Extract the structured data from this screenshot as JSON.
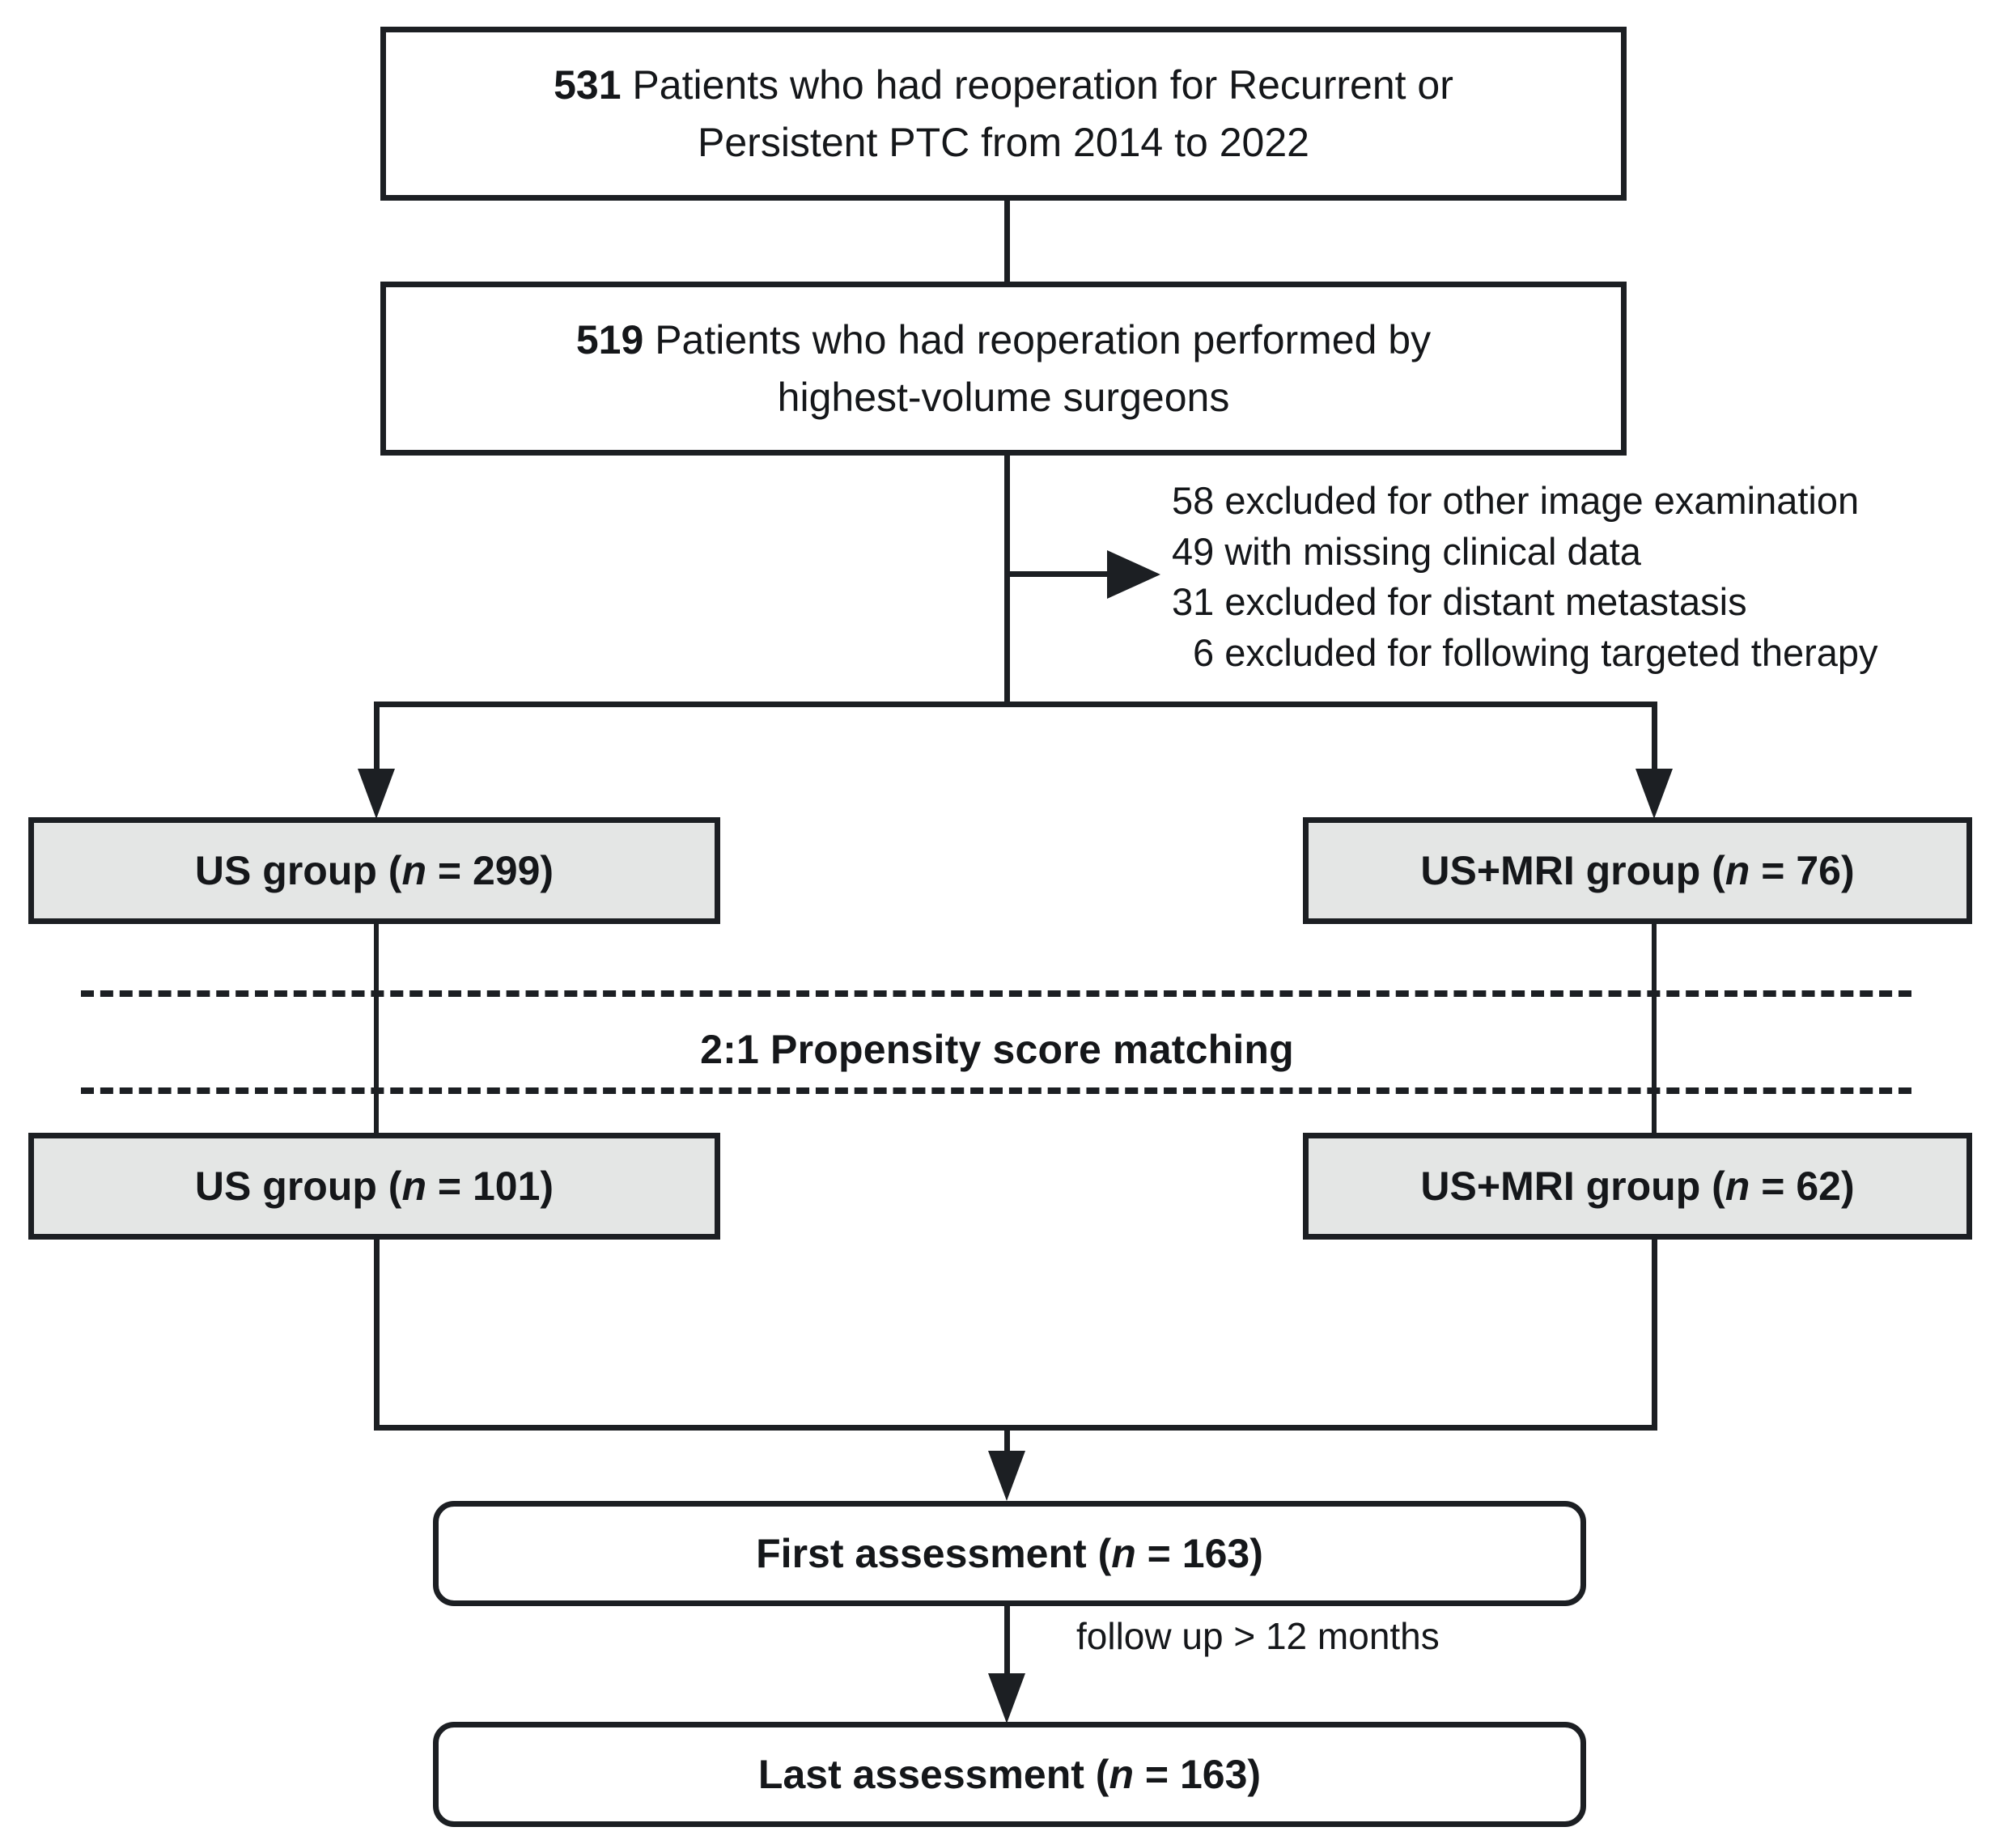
{
  "diagram": {
    "title": "Patient selection flow diagram",
    "colors": {
      "line": "#1c1f23",
      "shaded_box_fill": "#e4e6e5",
      "plain_box_fill": "#ffffff",
      "text": "#15171a"
    },
    "nodes": {
      "cohort_initial": {
        "count": "531",
        "line1_rest": " Patients who had reoperation for Recurrent or",
        "line2": "Persistent PTC from 2014 to 2022"
      },
      "cohort_surgeons": {
        "count": "519",
        "line1_rest": " Patients who had reoperation performed by",
        "line2": "highest-volume surgeons"
      },
      "us_group_pre": {
        "label": "US group (",
        "n_symbol": "n",
        "equals": " = ",
        "value": "299",
        "close": ")"
      },
      "usmri_group_pre": {
        "label": "US+MRI group (",
        "n_symbol": "n",
        "equals": " = ",
        "value": "76",
        "close": ")"
      },
      "us_group_post": {
        "label": "US group (",
        "n_symbol": "n",
        "equals": " = ",
        "value": "101",
        "close": ")"
      },
      "usmri_group_post": {
        "label": "US+MRI group (",
        "n_symbol": "n",
        "equals": " = ",
        "value": "62",
        "close": ")"
      },
      "first_assessment": {
        "label": "First assessment (",
        "n_symbol": "n",
        "equals": " = ",
        "value": "163",
        "close": ")"
      },
      "last_assessment": {
        "label": "Last assessment (",
        "n_symbol": "n",
        "equals": " = ",
        "value": "163",
        "close": ")"
      }
    },
    "exclusions": {
      "line_1": "58 excluded for other image examination",
      "line_2": "49 with missing clinical data",
      "line_3": "31 excluded for distant metastasis",
      "line_4": "6 excluded for following targeted therapy"
    },
    "annotations": {
      "propensity_matching": "2:1 Propensity score matching",
      "follow_up": "follow up  > 12 months"
    }
  }
}
